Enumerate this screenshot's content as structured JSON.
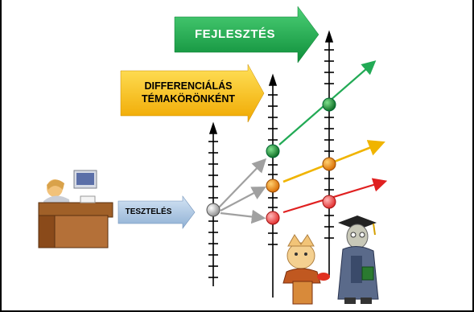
{
  "labels": {
    "development": "FEJLESZTÉS",
    "differentiation_line1": "DIFFERENCIÁLÁS",
    "differentiation_line2": "TÉMAKÖRÖNKÉNT",
    "testing": "TESZTELÉS"
  },
  "colors": {
    "development_arrow": "#1aa44a",
    "differentiation_arrow": "#f5c400",
    "testing_arrow": "#a9c4e0",
    "green_node": "#0f8a2e",
    "orange_node": "#f08a00",
    "red_node": "#f04848",
    "grey_node": "#c8c8c8",
    "green_line": "#22aa55",
    "orange_line": "#f0b400",
    "red_line": "#e02020",
    "grey_line": "#a0a0a0"
  },
  "icons": {
    "left": "person-at-desk-clipart",
    "bottom_left": "student-with-books-clipart",
    "bottom_right": "graduate-clipart"
  }
}
